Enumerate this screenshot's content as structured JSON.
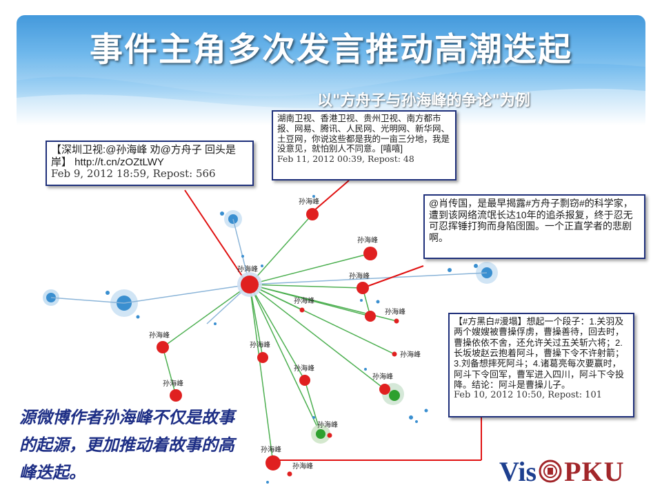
{
  "title": "事件主角多次发言推动高潮迭起",
  "subtitle": "以\"方舟子与孙海峰的争论\"为例",
  "callouts": {
    "c1": {
      "text": "【深圳卫视:@孙海峰 劝@方舟子 回头是岸】 http://t.cn/zOZtLWY",
      "meta": "Feb 9, 2012 18:59, Repost: 566"
    },
    "c2": {
      "text": "湖南卫视、香港卫视、贵州卫视、南方都市报、网易、腾讯、人民网、光明网、新华网、土豆网，你说这些都是我的一亩三分地，我是没意见，就怕别人不同意。[嘻嘻]",
      "meta": "Feb 11, 2012 00:39, Repost: 48"
    },
    "c3": {
      "text": "@肖传国，是最早揭露#方舟子剽窃#的科学家，遭到该网络流氓长达10年的追杀报复，终于忍无可忍挥锤打狗而身陷囹圄。一个正直学者的悲剧啊。"
    },
    "c4": {
      "text": "【#方黑白#漫塌】想起一个段子：1.关羽及两个嫂嫂被曹操俘虏，曹操善待，回去时，曹操依依不舍，还允许关过五关斩六将；2.长坂坡赵云抱着阿斗，曹操下令不许射箭；3.刘备想摔死阿斗；4.诸葛亮每次要赢时，阿斗下令回军，曹军进入四川，阿斗下令投降。结论：阿斗是曹操儿子。",
      "meta": "Feb 10, 2012 10:50, Repost: 101"
    }
  },
  "node_label": "孙海峰",
  "bottom_text": "源微博作者孙海峰不仅是故事的起源，更加推动着故事的高峰迭起。",
  "logo": {
    "left": "Vis",
    "right": "PKU"
  },
  "colors": {
    "red_node": "#e02020",
    "blue_node": "#3a8fd0",
    "green_node": "#2ea02e",
    "edge_green": "#4caf50",
    "edge_blue": "#8ab4d8",
    "callout_line": "#e01010",
    "callout_border": "#1e2f7a"
  }
}
